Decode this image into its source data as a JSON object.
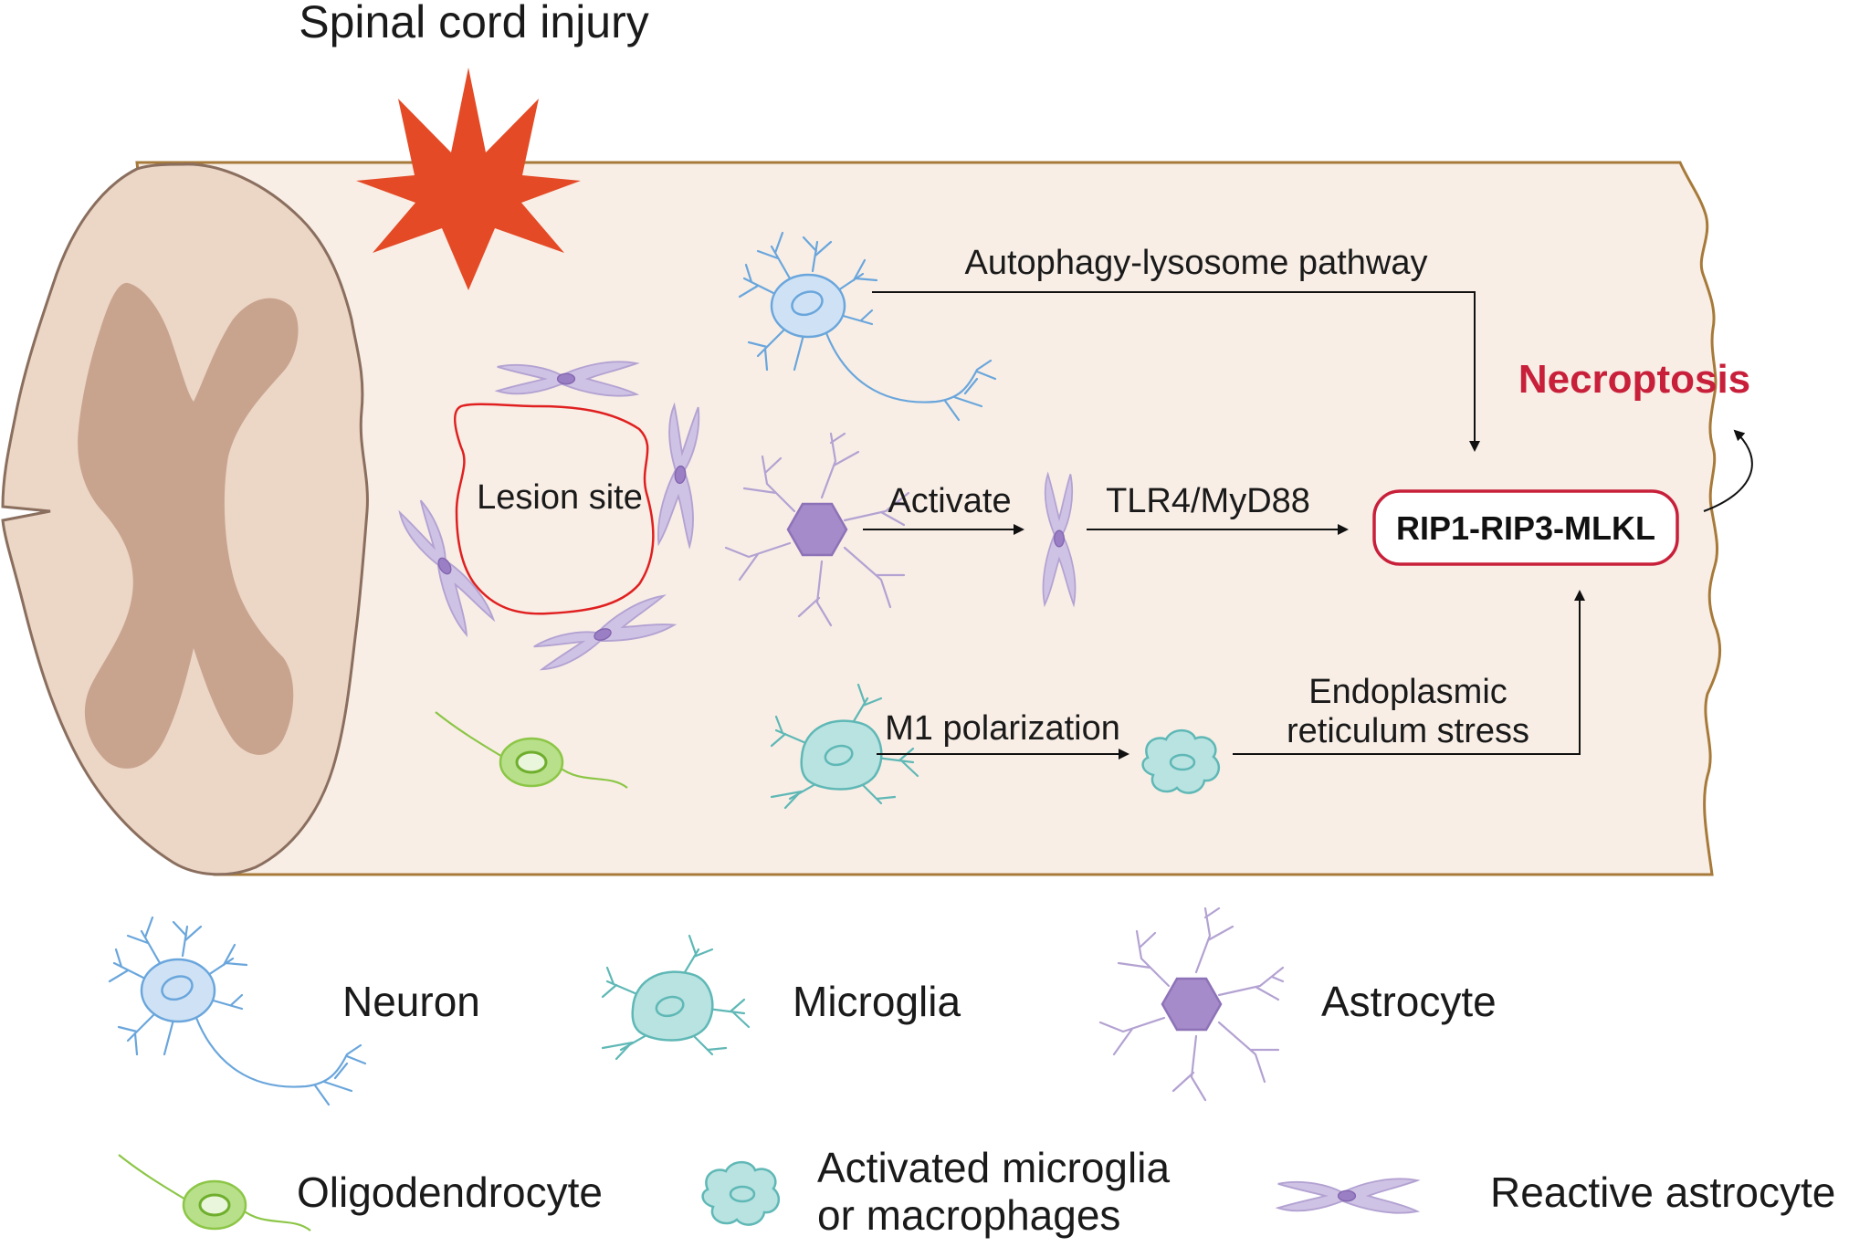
{
  "title": "Spinal cord injury",
  "lesion_label": "Lesion site",
  "pathways": {
    "autophagy": "Autophagy-lysosome pathway",
    "activate": "Activate",
    "tlr4": "TLR4/MyD88",
    "m1": "M1 polarization",
    "er_line1": "Endoplasmic",
    "er_line2": "reticulum stress"
  },
  "complex_label": "RIP1-RIP3-MLKL",
  "outcome_label": "Necroptosis",
  "legend": {
    "neuron": "Neuron",
    "microglia": "Microglia",
    "astrocyte": "Astrocyte",
    "oligodendrocyte": "Oligodendrocyte",
    "activated_line1": "Activated microglia",
    "activated_line2": "or macrophages",
    "reactive_astrocyte": "Reactive astrocyte"
  },
  "colors": {
    "cord_fill": "#f8eee6",
    "cord_stroke": "#a77a3a",
    "cross_section_fill": "#ecd6c6",
    "gray_matter": "#c8a48f",
    "injury_star": "#e44a26",
    "lesion_outline": "#e02020",
    "necroptosis_red": "#c8203a",
    "neuron_blue": "#6aa6dc",
    "microglia_teal": "#7fcfcd",
    "astrocyte_purple": "#b3a2d2",
    "oligodendrocyte_green": "#8cc646"
  }
}
